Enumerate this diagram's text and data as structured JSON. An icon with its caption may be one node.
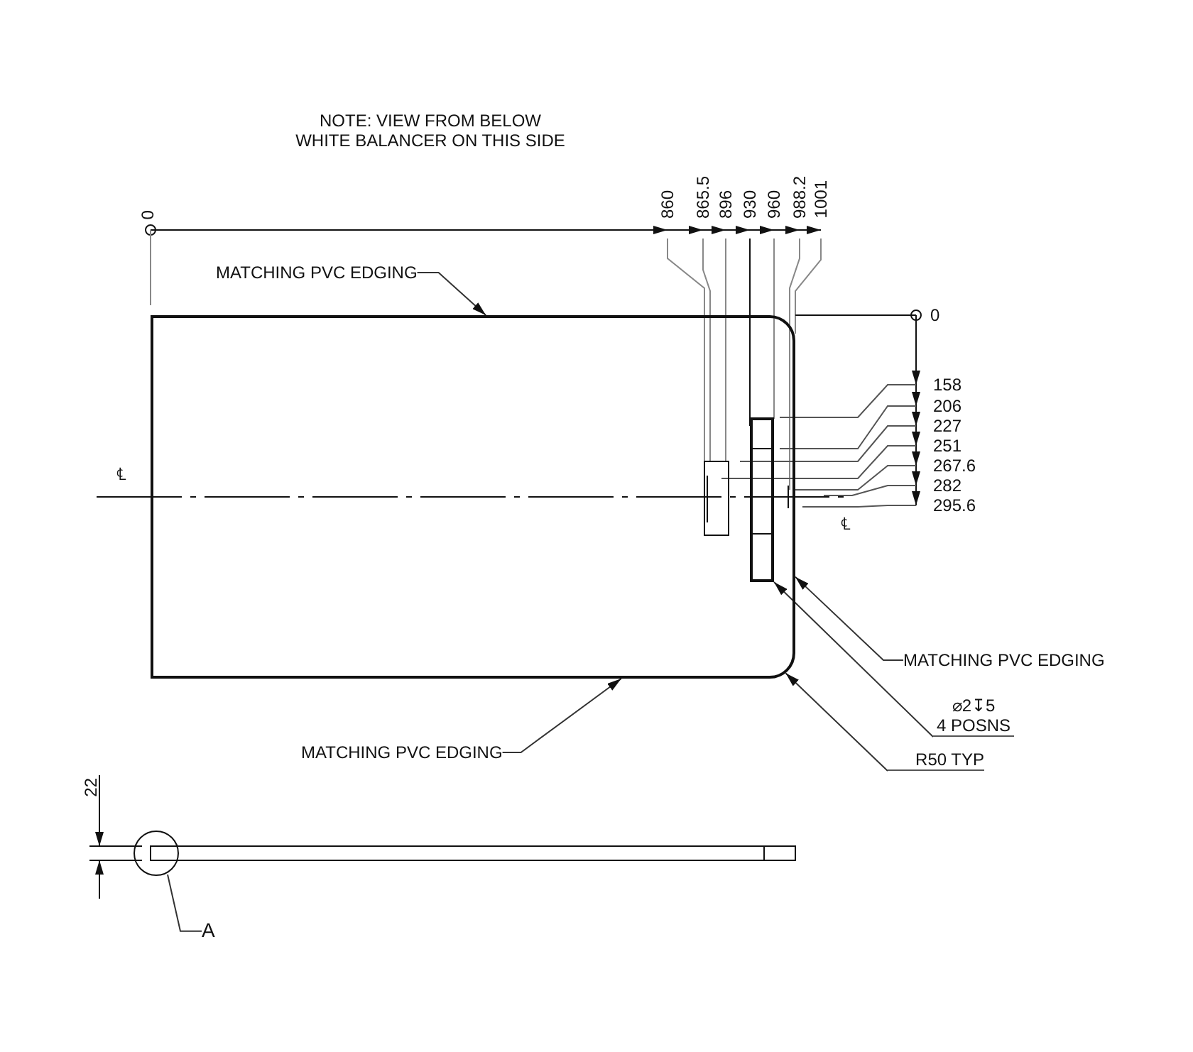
{
  "diagram": {
    "nodes": [
      {
        "text": [],
        "shape": "box"
      },
      {
        "text": [],
        "shape": "box",
        "in": 0
      },
      {
        "text": [],
        "shape": "circle"
      },
      {
        "text": [
          "MATCHING PVC EDGING"
        ]
      },
      {
        "text": [
          "MATCHING PVC EDGING"
        ]
      },
      {
        "text": [
          "⌀2↧5",
          "4 POSNS"
        ]
      },
      {
        "text": [
          "MATCHING PVC EDGING"
        ]
      },
      {
        "text": [
          "R50 TYP"
        ]
      },
      {
        "text": [
          "A"
        ]
      }
    ],
    "edges": [
      {
        "from": 3,
        "to": 0,
        "arrow": "to"
      },
      {
        "from": 4,
        "to": 0,
        "arrow": "to"
      },
      {
        "from": 5,
        "to": 1,
        "arrow": "to"
      },
      {
        "from": 6,
        "to": 0,
        "arrow": "to"
      },
      {
        "from": 7,
        "to": 0,
        "arrow": "to"
      },
      {
        "from": 8,
        "to": 2,
        "arrow": "none"
      }
    ],
    "labels": [
      "NOTE: VIEW FROM BELOW WHITE BALANCER ON THIS SIDE",
      "0",
      "860",
      "865.5",
      "896",
      "930",
      "960",
      "988.2",
      "1001",
      "0",
      "158",
      "206",
      "227",
      "251",
      "267.6",
      "282",
      "295.6",
      "℄",
      "℄",
      "22"
    ]
  }
}
